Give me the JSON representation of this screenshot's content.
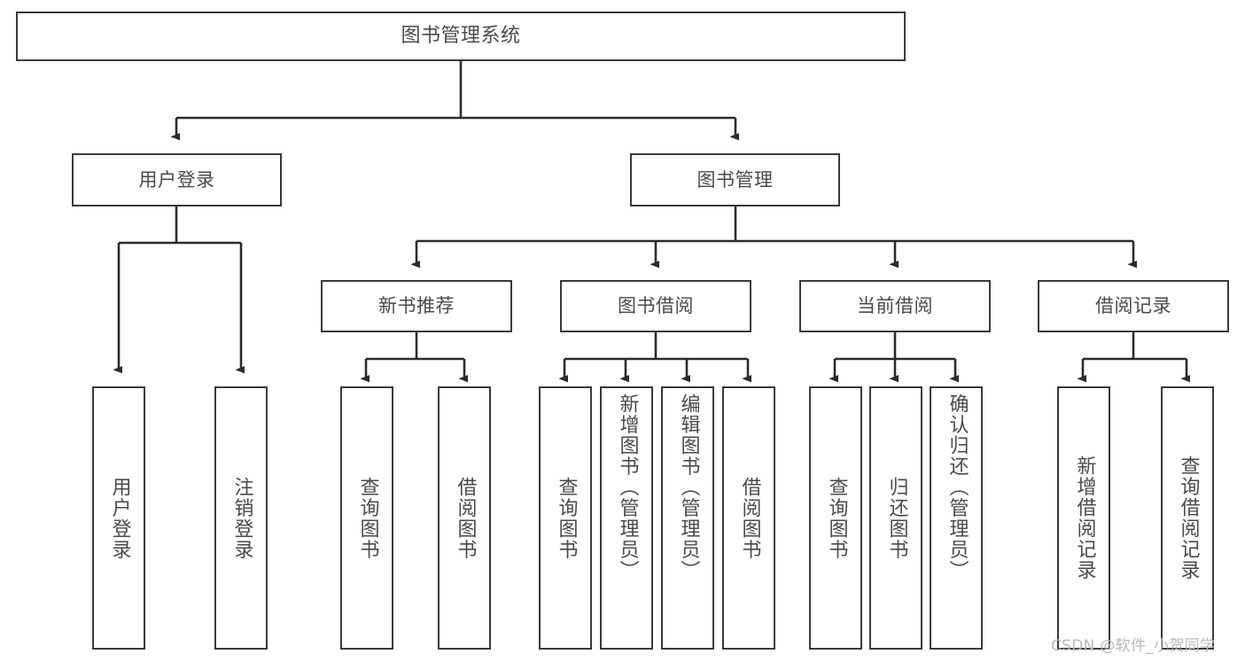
{
  "diagram": {
    "type": "tree-hierarchy-chart",
    "title": "图书管理系统",
    "colors": {
      "box_border": "#3a3a3a",
      "box_fill": "#ffffff",
      "text": "#4a4a4a",
      "edge": "#2b2b2b",
      "background": "#ffffff",
      "watermark": "#b9b9b9"
    },
    "watermark": "CSDN @软件_小贺同学",
    "nodes": {
      "root": {
        "id": "root",
        "label": "图书管理系统",
        "level": 0
      },
      "level1": [
        {
          "id": "user-login",
          "label": "用户登录",
          "level": 1
        },
        {
          "id": "book-management",
          "label": "图书管理",
          "level": 1
        }
      ],
      "level2": [
        {
          "id": "new-book-recommend",
          "label": "新书推荐",
          "level": 2,
          "parent": "book-management"
        },
        {
          "id": "book-borrow",
          "label": "图书借阅",
          "level": 2,
          "parent": "book-management"
        },
        {
          "id": "current-borrow",
          "label": "当前借阅",
          "level": 2,
          "parent": "book-management"
        },
        {
          "id": "borrow-record",
          "label": "借阅记录",
          "level": 2,
          "parent": "book-management"
        }
      ],
      "leaves": [
        {
          "id": "leaf-user-login",
          "label": "用户登录",
          "parent": "user-login",
          "align": "center"
        },
        {
          "id": "leaf-logout-login",
          "label": "注销登录",
          "parent": "user-login",
          "align": "center"
        },
        {
          "id": "leaf-query-book-1",
          "label": "查询图书",
          "parent": "new-book-recommend",
          "align": "center"
        },
        {
          "id": "leaf-borrow-book-1",
          "label": "借阅图书",
          "parent": "new-book-recommend",
          "align": "center"
        },
        {
          "id": "leaf-query-book-2",
          "label": "查询图书",
          "parent": "book-borrow",
          "align": "center"
        },
        {
          "id": "leaf-add-book-admin",
          "label": "新增图书（管理员）",
          "parent": "book-borrow",
          "align": "top"
        },
        {
          "id": "leaf-edit-book-admin",
          "label": "编辑图书（管理员）",
          "parent": "book-borrow",
          "align": "top"
        },
        {
          "id": "leaf-borrow-book-2",
          "label": "借阅图书",
          "parent": "book-borrow",
          "align": "center"
        },
        {
          "id": "leaf-query-book-3",
          "label": "查询图书",
          "parent": "current-borrow",
          "align": "center"
        },
        {
          "id": "leaf-return-book",
          "label": "归还图书",
          "parent": "current-borrow",
          "align": "center"
        },
        {
          "id": "leaf-confirm-return-admin",
          "label": "确认归还（管理员）",
          "parent": "current-borrow",
          "align": "top"
        },
        {
          "id": "leaf-add-borrow-record",
          "label": "新增借阅记录",
          "parent": "borrow-record",
          "align": "center"
        },
        {
          "id": "leaf-query-borrow-record",
          "label": "查询借阅记录",
          "parent": "borrow-record",
          "align": "center"
        }
      ]
    }
  }
}
